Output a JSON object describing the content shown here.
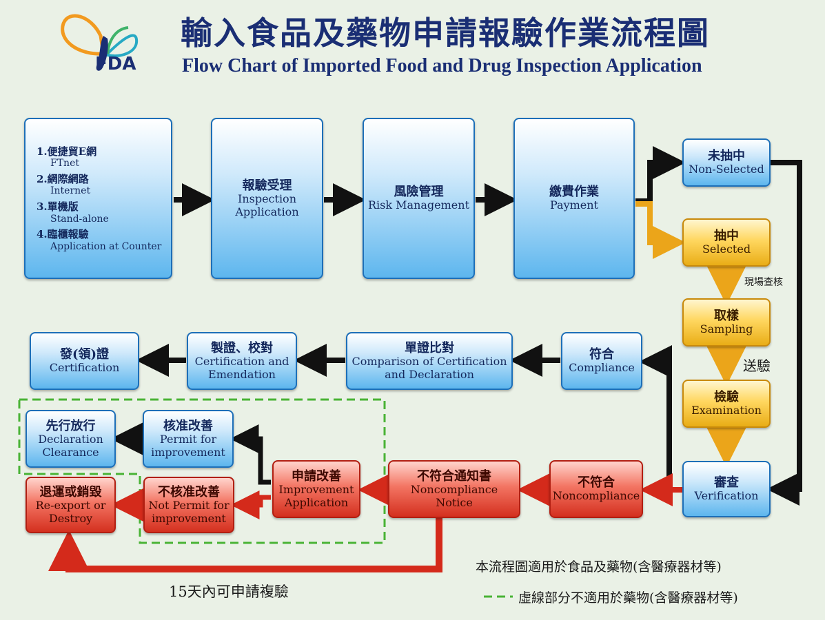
{
  "title": {
    "zh": "輸入食品及藥物申請報驗作業流程圖",
    "en": "Flow Chart of Imported Food and Drug Inspection Application"
  },
  "logo": {
    "text": "FDA",
    "icon": "butterfly-taiwan-logo-icon"
  },
  "colors": {
    "blue": "#5db6ee",
    "gold": "#f0b619",
    "red": "#d4301f",
    "arrow_black": "#111111",
    "dashed_green": "#49b335"
  },
  "channels": {
    "items": [
      {
        "zh": "1.便捷貿E網",
        "en": "FTnet"
      },
      {
        "zh": "2.網際網路",
        "en": "Internet"
      },
      {
        "zh": "3.單機版",
        "en": "Stand-alone"
      },
      {
        "zh": "4.臨櫃報驗",
        "en": "Application at Counter"
      }
    ]
  },
  "nodes": {
    "inspection": {
      "zh": "報驗受理",
      "en1": "Inspection",
      "en2": "Application"
    },
    "risk": {
      "zh": "風險管理",
      "en": "Risk Management"
    },
    "payment": {
      "zh": "繳費作業",
      "en": "Payment"
    },
    "nonselected": {
      "zh": "未抽中",
      "en": "Non-Selected"
    },
    "selected": {
      "zh": "抽中",
      "en": "Selected"
    },
    "sampling": {
      "zh": "取樣",
      "en": "Sampling"
    },
    "examination": {
      "zh": "檢驗",
      "en": "Examination"
    },
    "verification": {
      "zh": "審查",
      "en": "Verification"
    },
    "compliance": {
      "zh": "符合",
      "en": "Compliance"
    },
    "comparison": {
      "zh": "單證比對",
      "en1": "Comparison of Certification",
      "en2": "and Declaration"
    },
    "certification_emend": {
      "zh": "製證、校對",
      "en1": "Certification and",
      "en2": "Emendation"
    },
    "issue_cert": {
      "zh": "發(領)證",
      "en": "Certification"
    },
    "noncompliance": {
      "zh": "不符合",
      "en": "Noncompliance"
    },
    "noncompliance_notice": {
      "zh": "不符合通知書",
      "en1": "Noncompliance",
      "en2": "Notice"
    },
    "improvement_app": {
      "zh": "申請改善",
      "en1": "Improvement",
      "en2": "Application"
    },
    "permit": {
      "zh": "核准改善",
      "en1": "Permit for",
      "en2": "improvement"
    },
    "not_permit": {
      "zh": "不核准改善",
      "en1": "Not Permit for",
      "en2": "improvement"
    },
    "declaration_clearance": {
      "zh": "先行放行",
      "en1": "Declaration",
      "en2": "Clearance"
    },
    "reexport": {
      "zh": "退運或銷毀",
      "en1": "Re-export or",
      "en2": "Destroy"
    }
  },
  "labels": {
    "onsite": "現場查核",
    "send_exam": "送驗",
    "reinspect": "15天內可申請複驗"
  },
  "notes": {
    "scope": "本流程圖適用於食品及藥物(含醫療器材等)",
    "dashed": "虛線部分不適用於藥物(含醫療器材等)"
  }
}
